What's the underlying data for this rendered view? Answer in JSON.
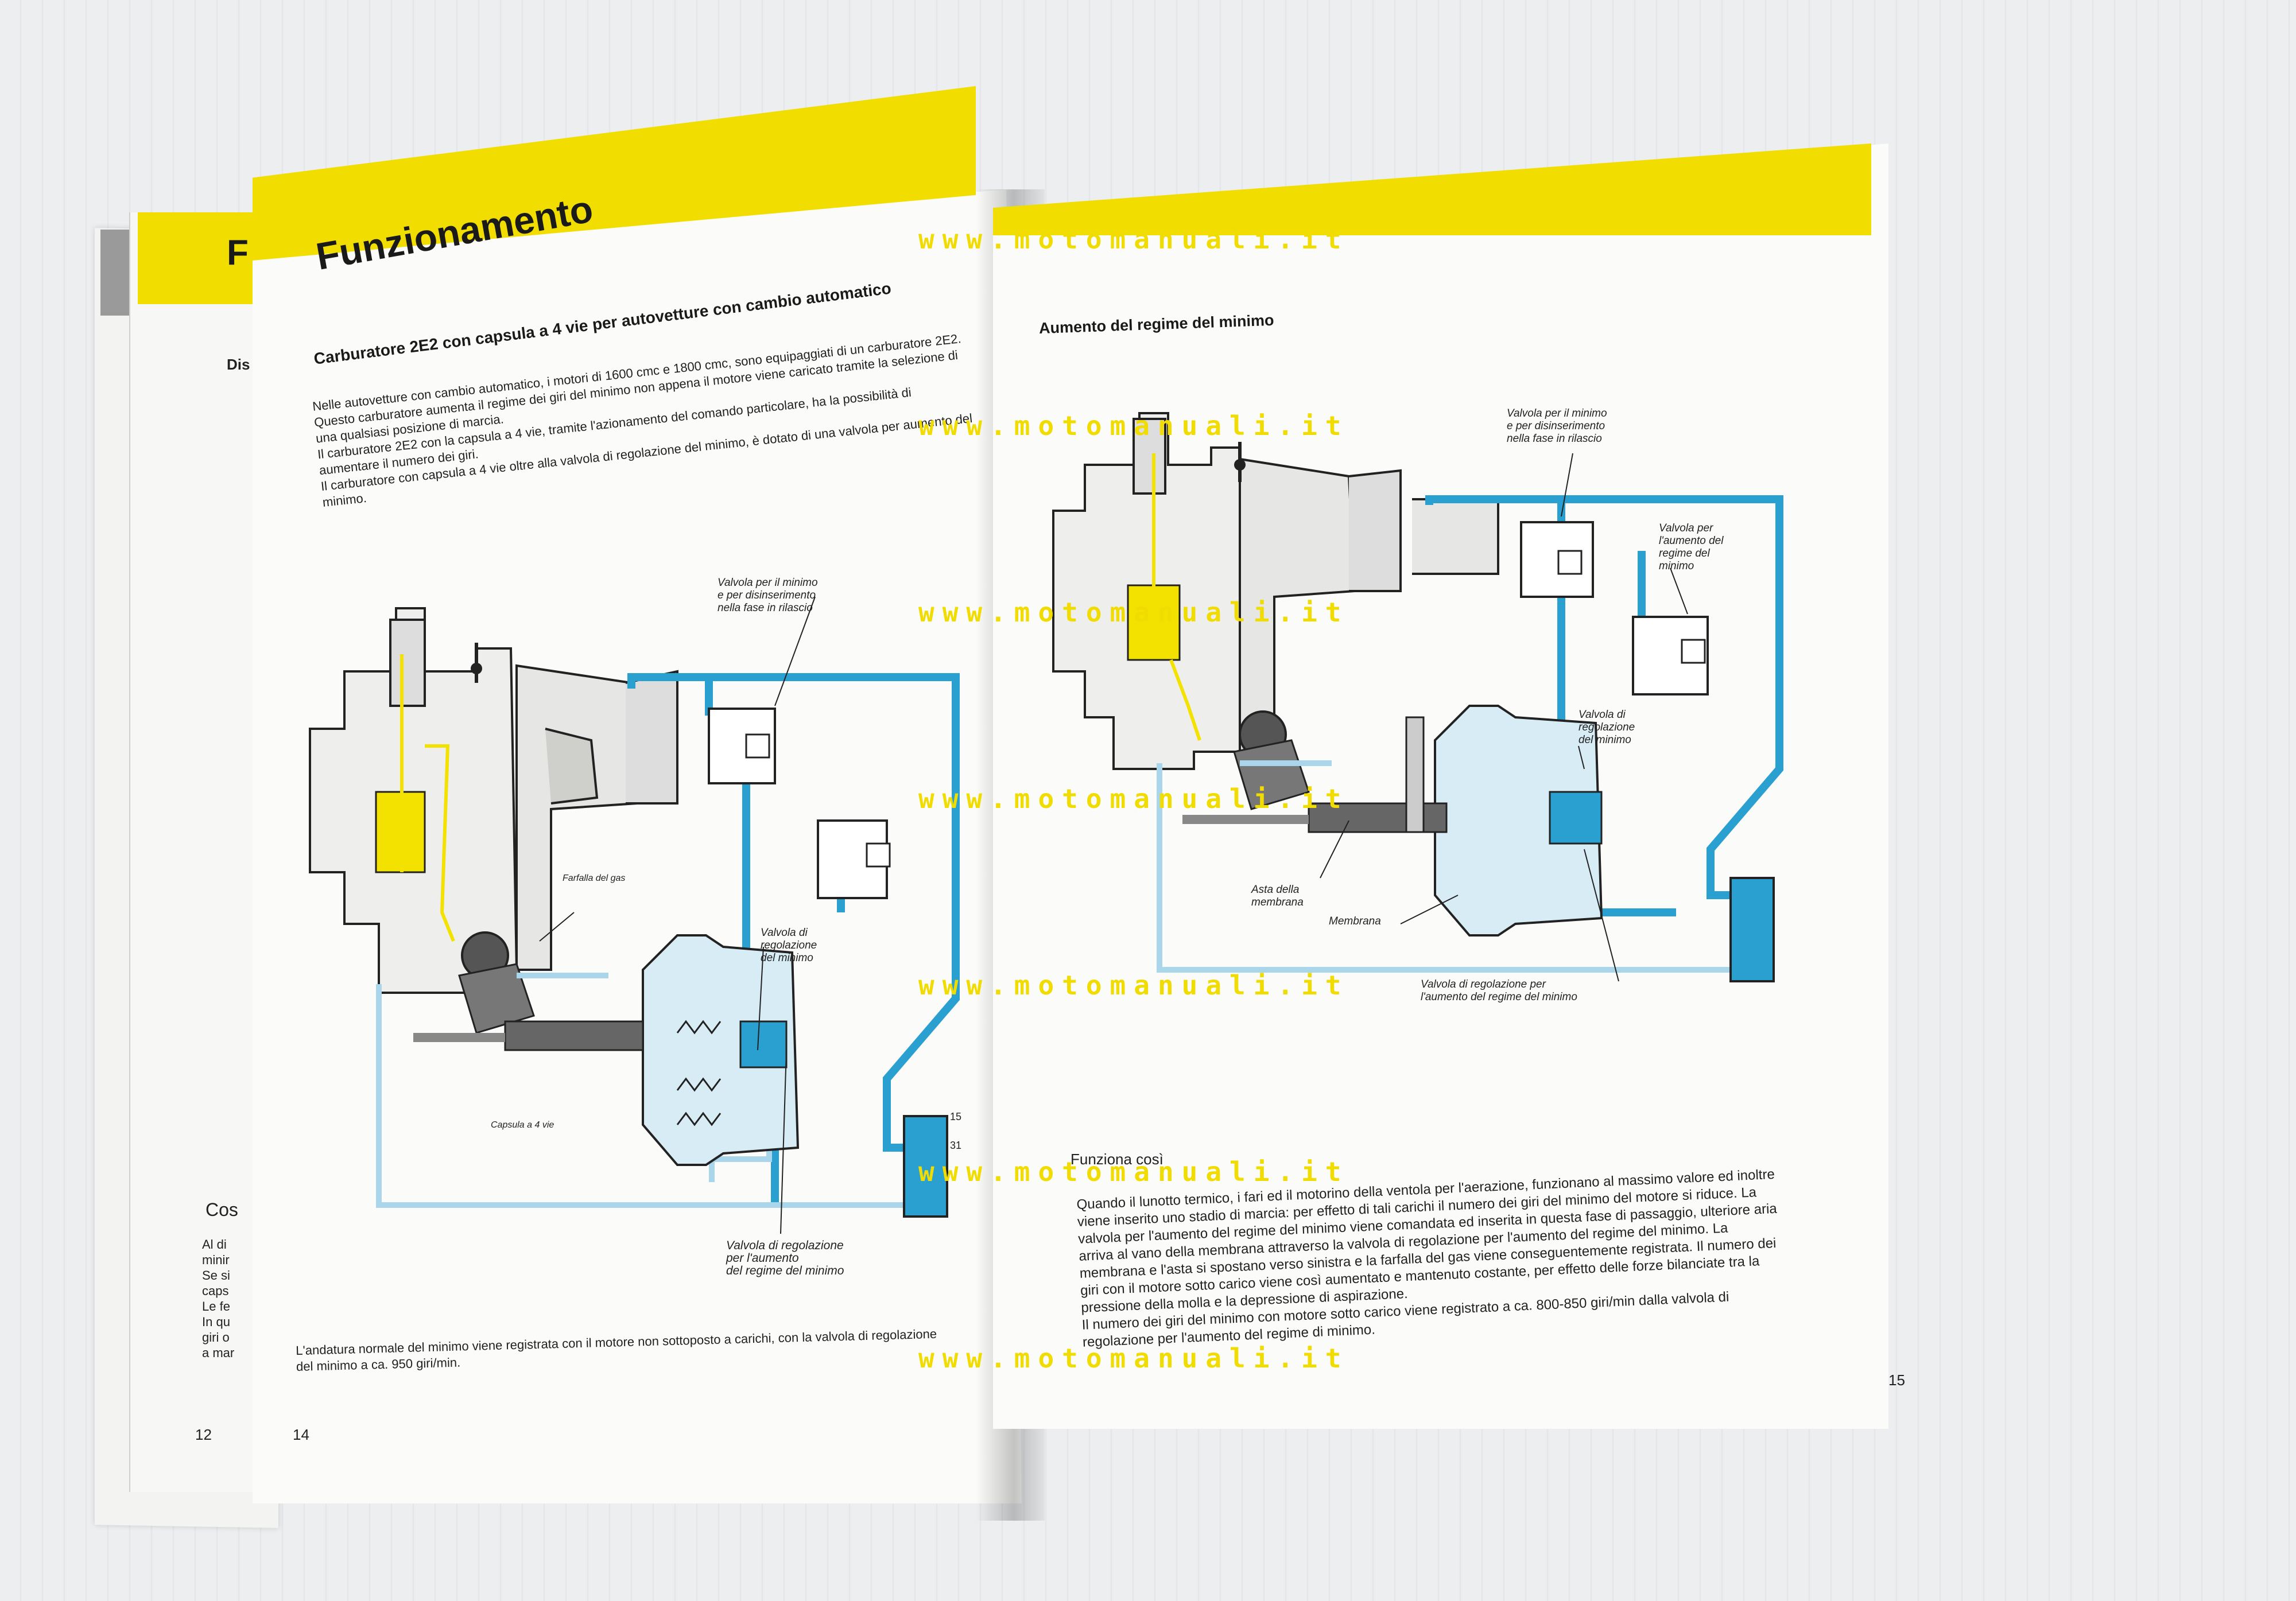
{
  "under_page": {
    "header_letter": "F",
    "heading_fragment": "Dis",
    "section_fragment": "Cos",
    "text_fragments": [
      "Al di",
      "minir",
      "Se si",
      "caps",
      "Le fe",
      "In qu",
      "giri o",
      "a mar"
    ],
    "page_number": "12"
  },
  "left_page": {
    "title": "Funzionamento",
    "subtitle": "Carburatore 2E2 con capsula a 4 vie per autovetture con cambio automatico",
    "intro_lines": [
      "Nelle autovetture con cambio automatico, i motori di 1600 cmc e 1800 cmc, sono equipaggiati di un carburatore 2E2.",
      "Questo carburatore aumenta il regime dei giri del minimo non appena il motore viene caricato tramite la selezione di",
      "una qualsiasi posizione di marcia.",
      "Il carburatore 2E2 con la capsula a 4 vie, tramite l'azionamento del comando particolare, ha la possibilità di",
      "aumentare il numero dei giri.",
      "Il carburatore con capsula a 4 vie oltre alla valvola di regolazione del minimo, è dotato di una valvola per aumento del",
      "minimo."
    ],
    "labels": {
      "valvola_minimo": [
        "Valvola per il minimo",
        "e per disinserimento",
        "nella fase in rilascio"
      ],
      "farfalla": "Farfalla del gas",
      "valvola_regolazione": [
        "Valvola di",
        "regolazione",
        "del minimo"
      ],
      "capsula": "Capsula a 4 vie",
      "valvola_aumento": [
        "Valvola di regolazione",
        "per l'aumento",
        "del regime del minimo"
      ],
      "terminal_15": "15",
      "terminal_31": "31"
    },
    "footer_lines": [
      "L'andatura normale del minimo viene registrata con il motore non sottoposto a carichi, con la valvola di regolazione",
      "del minimo a ca. 950 giri/min."
    ],
    "page_number": "14"
  },
  "right_page": {
    "heading": "Aumento del regime del minimo",
    "labels": {
      "valvola_minimo": [
        "Valvola per il minimo",
        "e per disinserimento",
        "nella fase in rilascio"
      ],
      "valvola_aumento": [
        "Valvola per",
        "l'aumento del",
        "regime del",
        "minimo"
      ],
      "valvola_regolazione": [
        "Valvola di",
        "regolazione",
        "del minimo"
      ],
      "asta": [
        "Asta della",
        "membrana"
      ],
      "membrana": "Membrana",
      "valvola_regolazione_aumento": [
        "Valvola di regolazione per",
        "l'aumento del regime del minimo"
      ]
    },
    "section_title": "Funziona così",
    "body_lines": [
      "Quando il lunotto termico, i fari ed il motorino della ventola per l'aerazione, funzionano al massimo valore ed inoltre",
      "viene inserito uno stadio di marcia: per effetto di tali carichi il numero dei giri del minimo del motore si riduce. La",
      "valvola per l'aumento del regime del minimo viene comandata ed inserita in questa fase di passaggio, ulteriore aria",
      "arriva al vano della membrana attraverso la valvola di regolazione per l'aumento del regime del minimo. La",
      "membrana e l'asta si spostano verso sinistra e la farfalla del gas viene conseguentemente registrata. Il numero dei",
      "giri con il motore sotto carico viene così aumentato e mantenuto costante, per effetto delle forze bilanciate tra la",
      "pressione della molla e la depressione di aspirazione.",
      "Il numero dei giri del minimo con motore sotto carico viene registrato a ca. 800-850 giri/min dalla valvola di",
      "regolazione per l'aumento del regime di minimo."
    ],
    "page_number": "15"
  },
  "watermark": "www.motomanuali.it",
  "colors": {
    "yellow": "#f1de00",
    "pipe_blue": "#2aa0d0",
    "light_blue": "#a9d6ea",
    "fuel_yellow": "#f3e200"
  }
}
